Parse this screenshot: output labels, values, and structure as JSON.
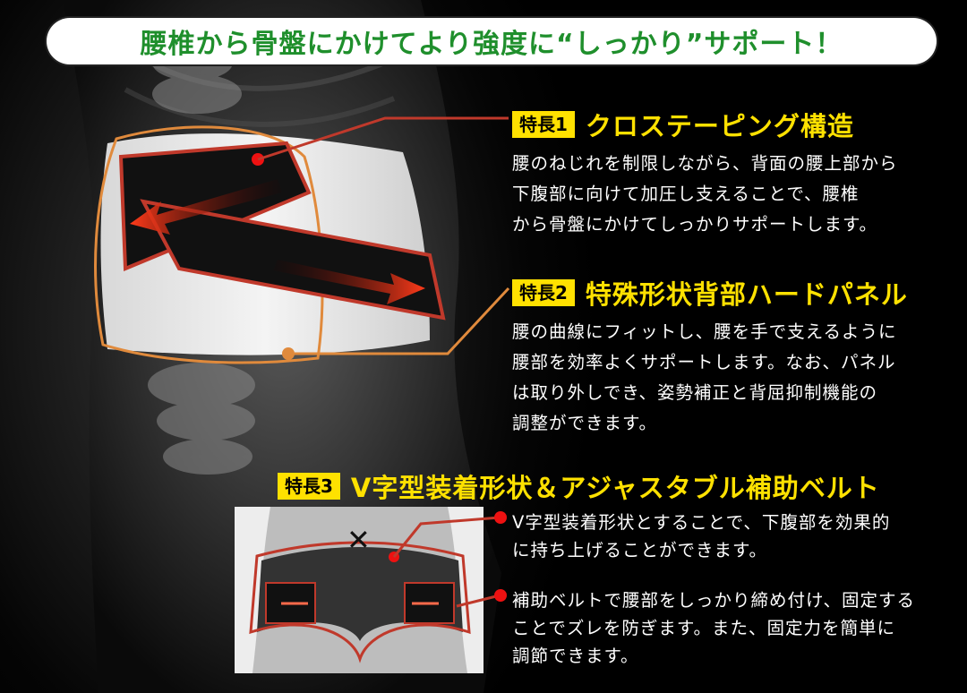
{
  "headline": "腰椎から骨盤にかけてより強度に“しっかり”サポート！",
  "features": [
    {
      "badge": "特長1",
      "title": "クロステーピング構造",
      "lines": [
        "腰のねじれを制限しながら、背面の腰上部から",
        "下腹部に向けて加圧し支えることで、腰椎",
        "から骨盤にかけてしっかりサポートします。"
      ]
    },
    {
      "badge": "特長2",
      "title": "特殊形状背部ハードパネル",
      "lines": [
        "腰の曲線にフィットし、腰を手で支えるように",
        "腰部を効率よくサポートします。なお、パネル",
        "は取り外しでき、姿勢補正と背屈抑制機能の",
        "調整ができます。"
      ]
    },
    {
      "badge": "特長3",
      "title": "V字型装着形状＆アジャスタブル補助ベルト",
      "bullets": [
        {
          "lines": [
            "V字型装着形状とすることで、下腹部を効果的",
            "に持ち上げることができます。"
          ]
        },
        {
          "lines": [
            "補助ベルトで腰部をしっかり締め付け、固定する",
            "ことでズレを防ぎます。また、固定力を簡単に",
            "調節できます。"
          ]
        }
      ]
    }
  ],
  "inset": {
    "mark": "✕"
  },
  "colors": {
    "headline_text": "#1f8f2c",
    "badge_bg": "#ffe100",
    "title": "#ffe100",
    "accent_red": "#e11111",
    "callout_line": "#c0392b",
    "panel_outline": "#e08a3c"
  }
}
